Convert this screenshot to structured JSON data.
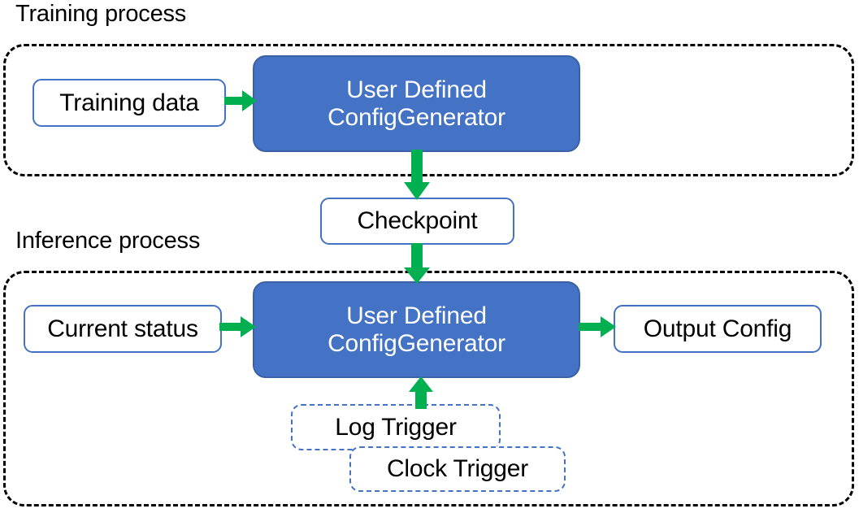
{
  "diagram": {
    "title_visible": false,
    "sections": [
      {
        "id": "training",
        "label": "Training process"
      },
      {
        "id": "inference",
        "label": "Inference process"
      }
    ],
    "nodes": {
      "training_data": {
        "label": "Training data",
        "type": "data-box",
        "style": "solid-blue-outline"
      },
      "generator_train": {
        "line1": "User Defined",
        "line2": "ConfigGenerator",
        "type": "process-box",
        "style": "filled-blue"
      },
      "checkpoint": {
        "label": "Checkpoint",
        "type": "data-box",
        "style": "solid-blue-outline"
      },
      "current_status": {
        "label": "Current status",
        "type": "data-box",
        "style": "solid-blue-outline"
      },
      "generator_infer": {
        "line1": "User Defined",
        "line2": "ConfigGenerator",
        "type": "process-box",
        "style": "filled-blue"
      },
      "output_config": {
        "label": "Output Config",
        "type": "data-box",
        "style": "solid-blue-outline"
      },
      "log_trigger": {
        "label": "Log Trigger",
        "type": "trigger-box",
        "style": "dashed-blue-outline"
      },
      "clock_trigger": {
        "label": "Clock Trigger",
        "type": "trigger-box",
        "style": "dashed-blue-outline"
      }
    },
    "edges": [
      {
        "id": "data-to-gen",
        "from": "training_data",
        "to": "generator_train",
        "direction": "right"
      },
      {
        "id": "gen-to-ckpt",
        "from": "generator_train",
        "to": "checkpoint",
        "direction": "down"
      },
      {
        "id": "ckpt-to-gen",
        "from": "checkpoint",
        "to": "generator_infer",
        "direction": "down"
      },
      {
        "id": "status-to-gen",
        "from": "current_status",
        "to": "generator_infer",
        "direction": "right"
      },
      {
        "id": "gen-to-output",
        "from": "generator_infer",
        "to": "output_config",
        "direction": "right"
      },
      {
        "id": "trigger-to-gen",
        "from": "log_trigger",
        "to": "generator_infer",
        "direction": "up"
      }
    ],
    "colors": {
      "process_fill": "#4472C4",
      "process_stroke": "#3A61A8",
      "box_outline": "#4472C4",
      "arrow": "#00B050",
      "container_border": "#000000",
      "text_dark": "#000000",
      "text_light": "#FFFFFF",
      "background": "#FFFFFF"
    }
  }
}
